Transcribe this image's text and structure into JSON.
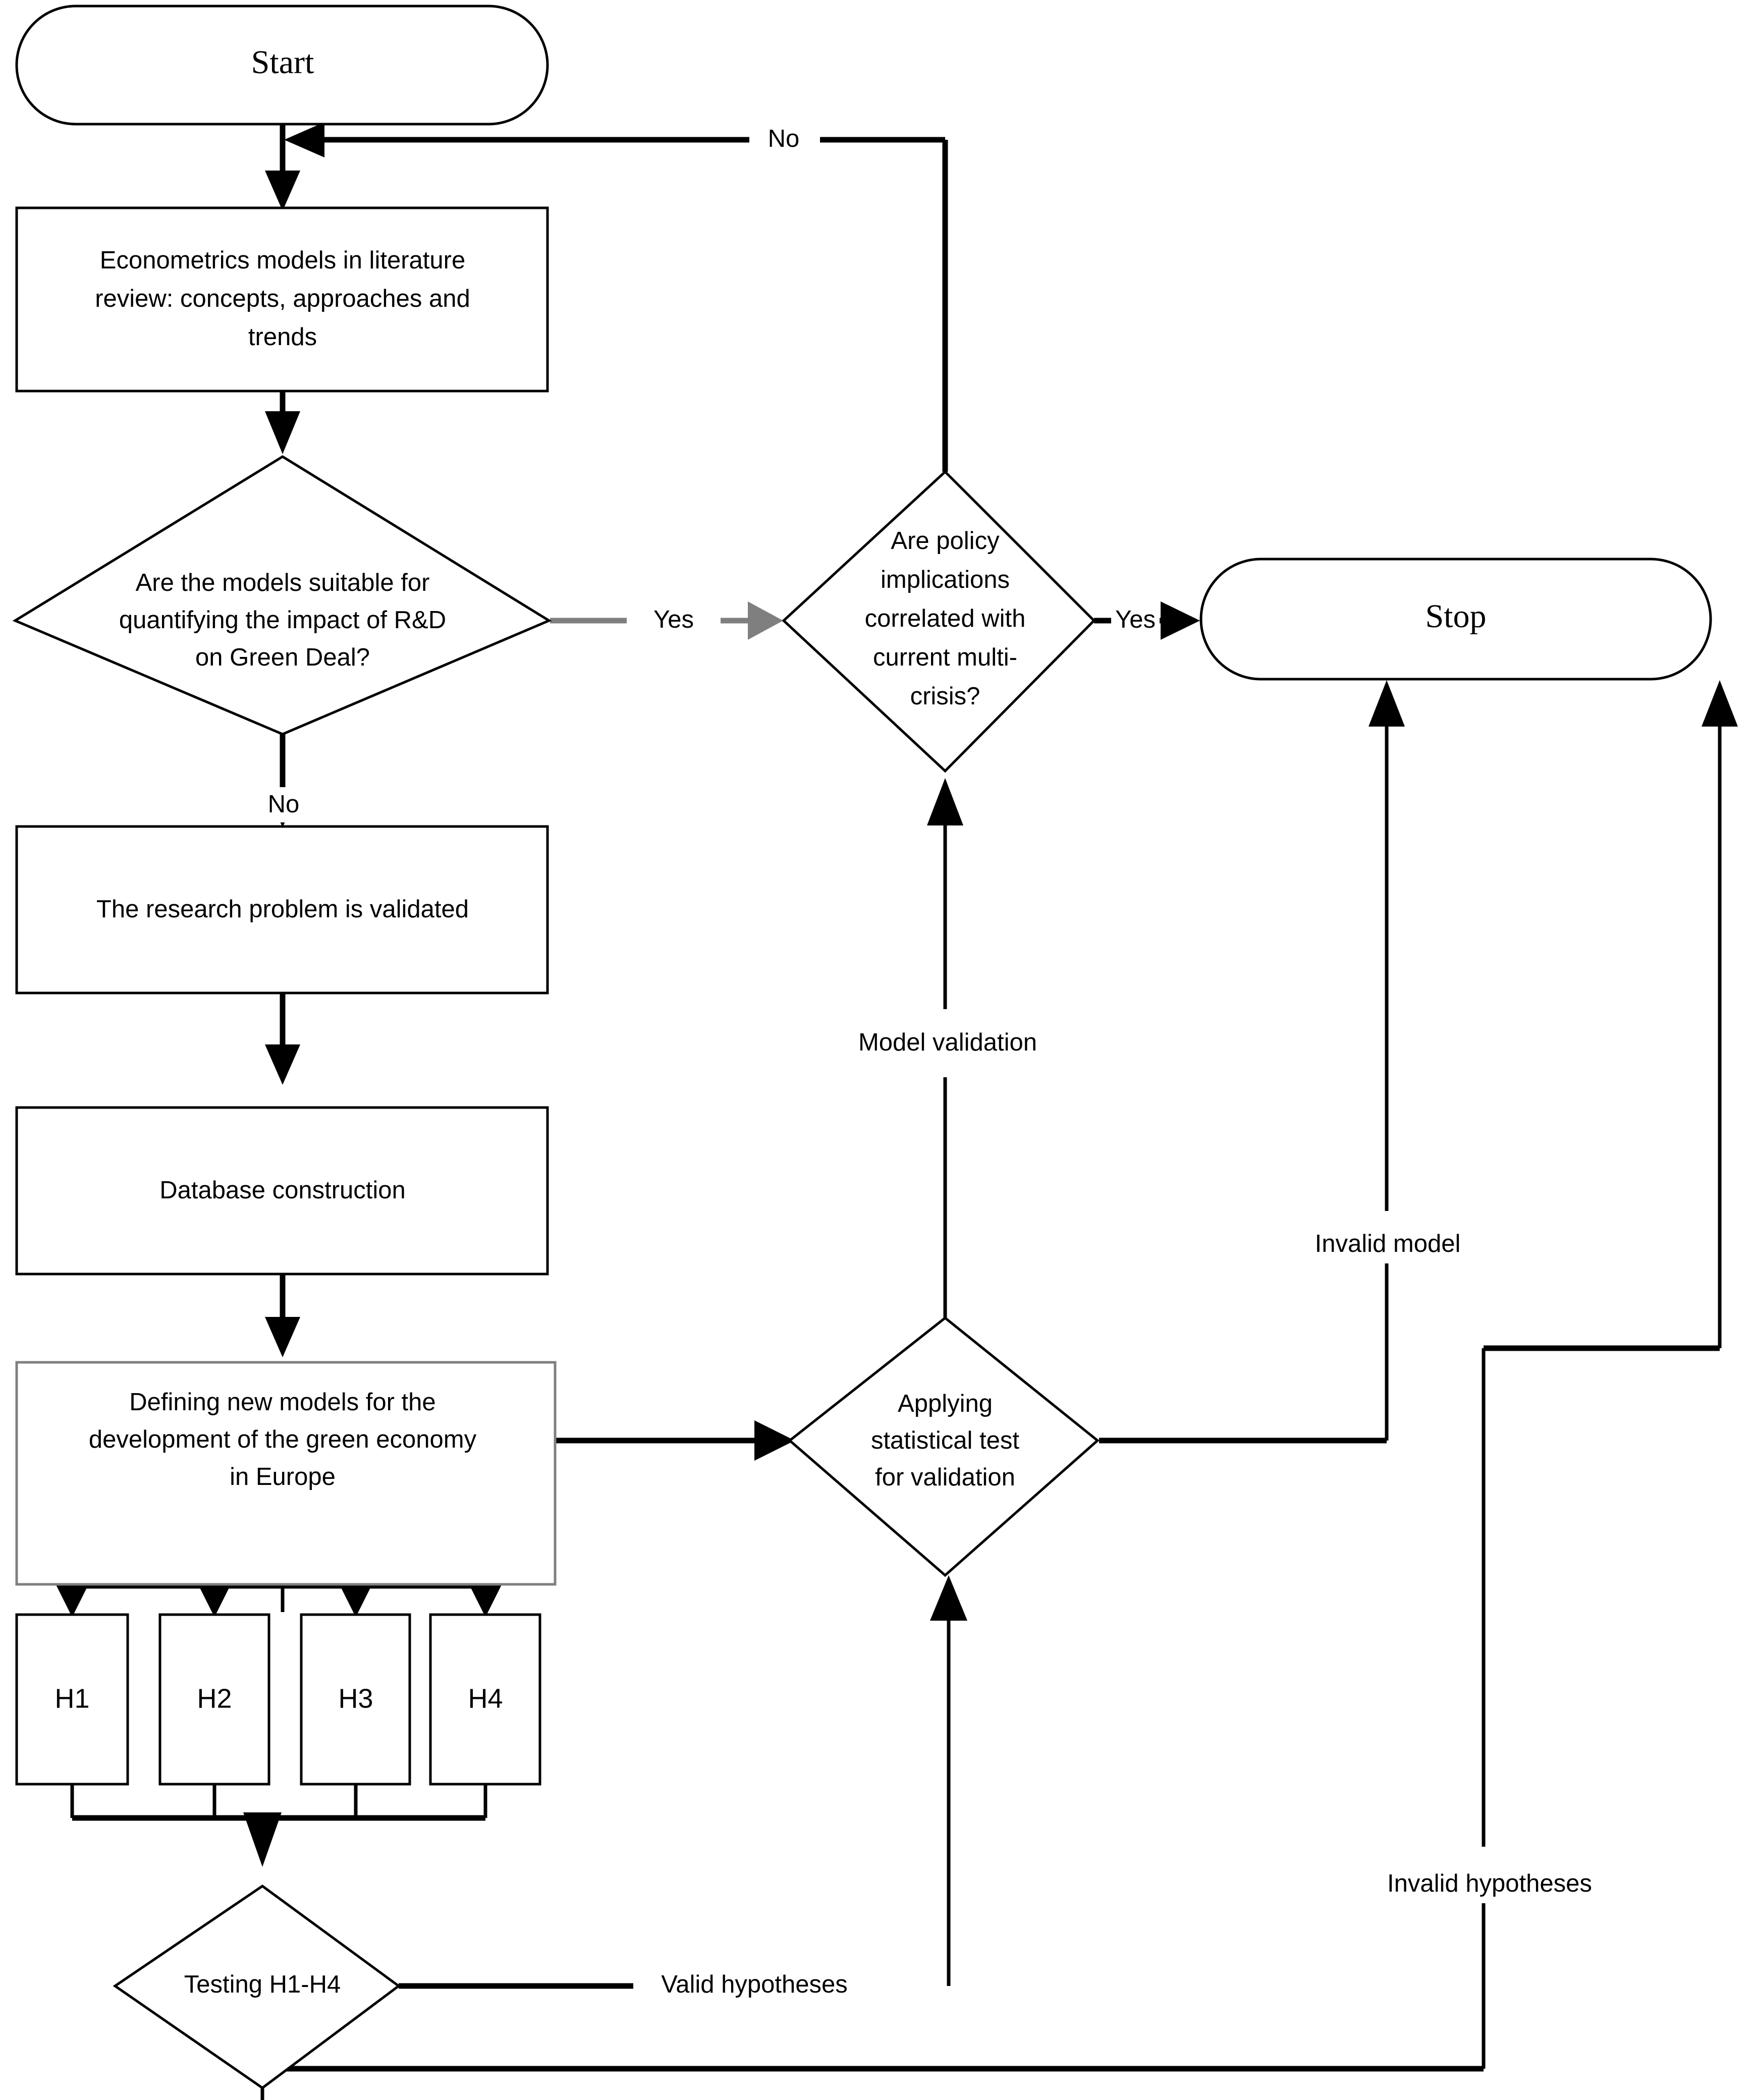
{
  "diagram": {
    "title": "Research methodology flowchart",
    "colors": {
      "stroke": "#000000",
      "gray_stroke": "#7f7f7f",
      "background": "#ffffff"
    },
    "nodes": {
      "start": {
        "label": "Start",
        "shape": "terminator"
      },
      "literature": {
        "shape": "process",
        "line1": "Econometrics models in literature",
        "line2": "review: concepts, approaches and",
        "line3": "trends"
      },
      "suitable_decision": {
        "shape": "decision",
        "line1": "Are the models suitable for",
        "line2": "quantifying the impact of R&D",
        "line3": "on Green Deal?"
      },
      "research_problem": {
        "shape": "process",
        "line1": "The research problem is validated"
      },
      "database": {
        "shape": "process",
        "line1": "Database construction"
      },
      "defining_models": {
        "shape": "process",
        "line1": "Defining new models for the",
        "line2": "development of the green economy",
        "line3": "in Europe"
      },
      "hypotheses": [
        {
          "label": "H1",
          "shape": "process"
        },
        {
          "label": "H2",
          "shape": "process"
        },
        {
          "label": "H3",
          "shape": "process"
        },
        {
          "label": "H4",
          "shape": "process"
        }
      ],
      "testing_decision": {
        "shape": "decision",
        "line1": "Testing H1-H4"
      },
      "statistical_test_decision": {
        "shape": "decision",
        "line1": "Applying",
        "line2": "statistical test",
        "line3": "for validation"
      },
      "policy_decision": {
        "shape": "decision",
        "line1": "Are policy",
        "line2": "implications",
        "line3": "correlated with",
        "line4": "current multi-",
        "line5": "crisis?"
      },
      "stop": {
        "label": "Stop",
        "shape": "terminator"
      }
    },
    "edge_labels": {
      "no_top": "No",
      "yes_suitable": "Yes",
      "no_suitable": "No",
      "yes_policy": "Yes",
      "model_validation": "Model validation",
      "invalid_model": "Invalid model",
      "valid_hypotheses": "Valid hypotheses",
      "invalid_hypotheses": "Invalid hypotheses"
    }
  }
}
